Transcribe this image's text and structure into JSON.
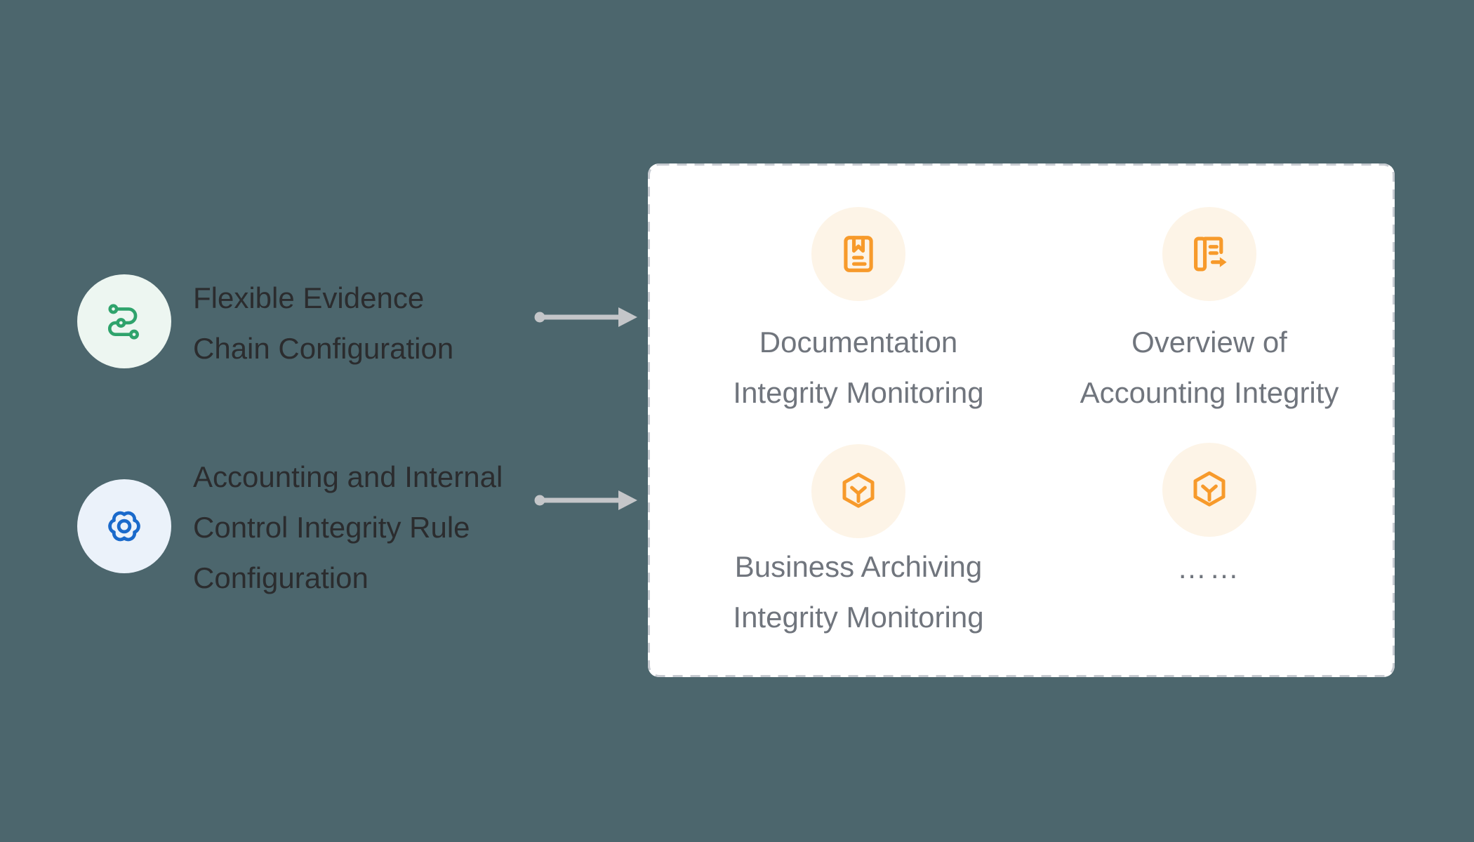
{
  "colors": {
    "background": "#4C666D",
    "panel_background": "#FFFFFF",
    "panel_border": "#C7CBD1",
    "arrow": "#C4C6C9",
    "heading_text": "#2B2C2E",
    "panel_text": "#70757D",
    "green_accent": "#2FA36C",
    "green_circle_bg": "#EDF6F1",
    "blue_accent": "#1A6ACB",
    "blue_circle_bg": "#EBF2FA",
    "orange_accent": "#F79A2B",
    "orange_circle_bg": "#FDF4E7"
  },
  "features": [
    {
      "icon": "route-icon",
      "label_lines": [
        "Flexible Evidence",
        "Chain Configuration"
      ]
    },
    {
      "icon": "gear-icon",
      "label_lines": [
        "Accounting and Internal",
        "Control Integrity Rule",
        "Configuration"
      ]
    }
  ],
  "panel": {
    "items": [
      {
        "icon": "book-bookmark-icon",
        "label_lines": [
          "Documentation",
          "Integrity Monitoring"
        ]
      },
      {
        "icon": "ledger-export-icon",
        "label_lines": [
          "Overview of",
          "Accounting Integrity"
        ]
      },
      {
        "icon": "cube-icon",
        "label_lines": [
          "Business Archiving",
          "Integrity Monitoring"
        ]
      },
      {
        "icon": "cube-icon",
        "label_lines": [
          "……"
        ]
      }
    ]
  }
}
